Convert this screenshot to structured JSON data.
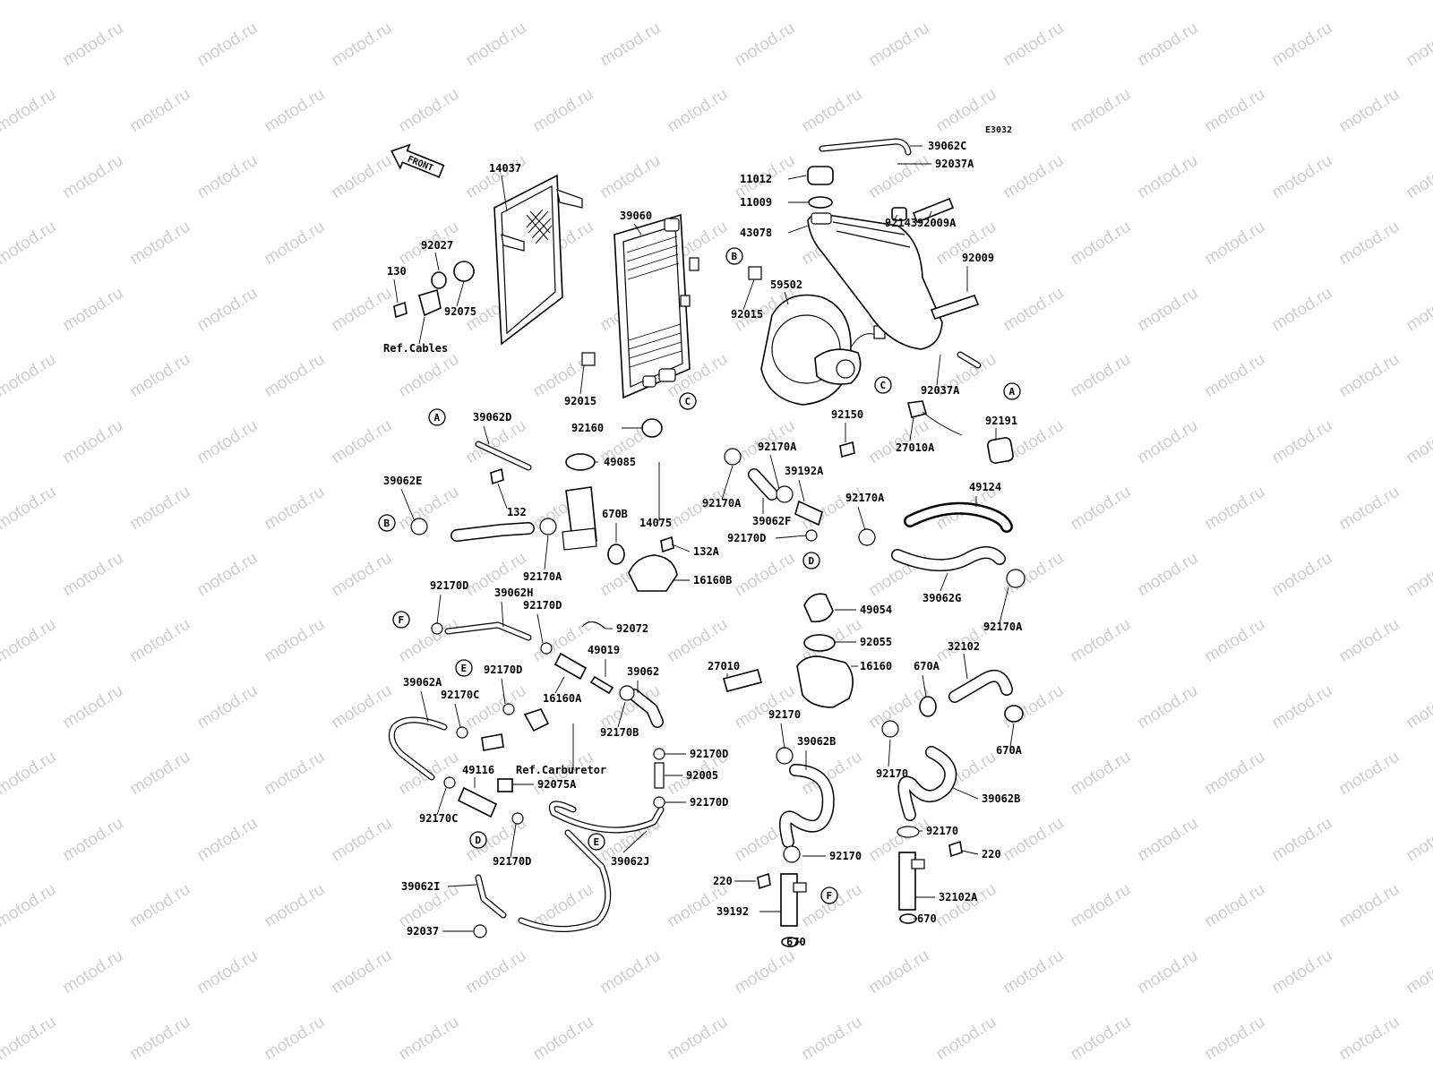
{
  "diagram_code": "E3032",
  "front_label": "FRONT",
  "watermark": "motod.ru",
  "ref_labels": [
    "Ref.Cables",
    "Ref.Carburetor"
  ],
  "callouts": [
    "A",
    "B",
    "C",
    "D",
    "E",
    "F"
  ],
  "part_numbers": [
    "14037",
    "39060",
    "92027",
    "130",
    "92075",
    "92015",
    "59502",
    "11012",
    "11009",
    "43078",
    "92143",
    "92009A",
    "39062C",
    "92037A",
    "92009",
    "92150",
    "27010A",
    "92191",
    "49124",
    "39062D",
    "49085",
    "14075",
    "132",
    "39062E",
    "92170A",
    "670B",
    "132A",
    "16160B",
    "39062F",
    "39192A",
    "92170D",
    "49054",
    "92055",
    "39062G",
    "39062H",
    "92072",
    "49019",
    "39062",
    "16160A",
    "92170B",
    "27010",
    "16160",
    "670A",
    "32102",
    "39062A",
    "92170C",
    "49116",
    "92075A",
    "92005",
    "92170",
    "39062B",
    "220",
    "32102A",
    "670",
    "39192",
    "39062J",
    "39062I",
    "92037",
    "92160"
  ]
}
